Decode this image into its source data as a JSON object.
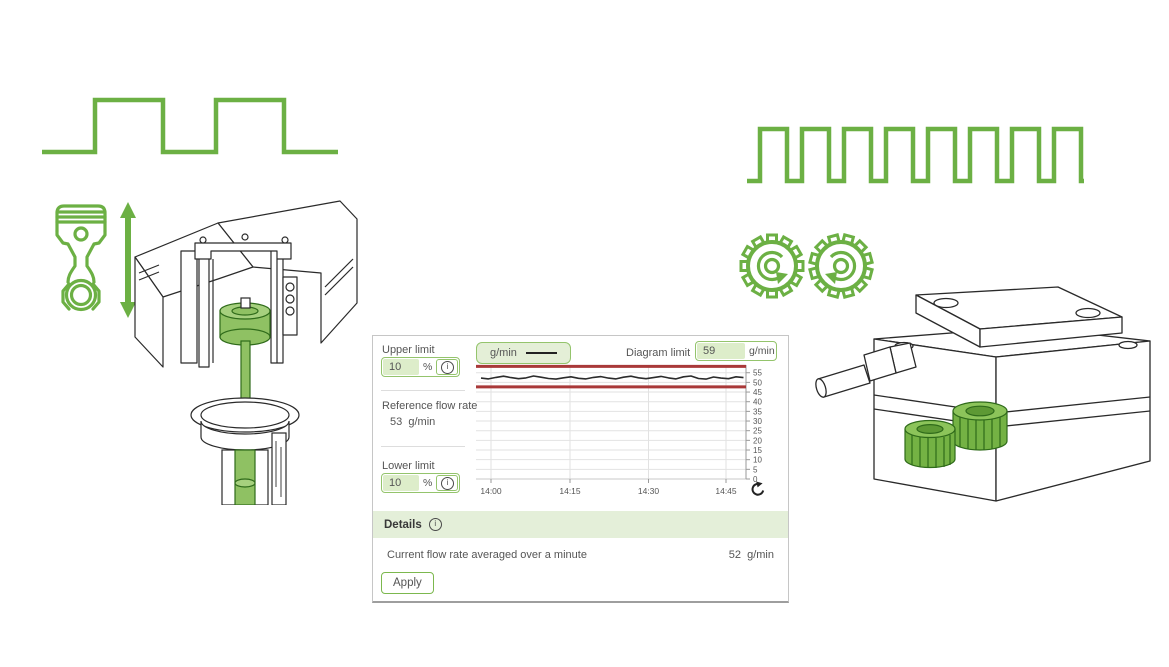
{
  "colors": {
    "accent_green": "#6cb044",
    "limit_red": "#a93939",
    "input_fill_green": "#ddedca",
    "band_green": "#e4efd9"
  },
  "icons": {
    "info_glyph": "i"
  },
  "panel": {
    "upper_limit": {
      "label": "Upper limit",
      "value": "10",
      "unit": "%"
    },
    "reference": {
      "label": "Reference flow rate",
      "value": "53",
      "unit": "g/min"
    },
    "lower_limit": {
      "label": "Lower limit",
      "value": "10",
      "unit": "%"
    },
    "legend": {
      "label": "g/min"
    },
    "diagram_limit": {
      "label": "Diagram limit",
      "value": "59",
      "unit": "g/min"
    },
    "details": {
      "header": "Details"
    },
    "current_flow": {
      "label": "Current flow rate averaged over a minute",
      "value": "52",
      "unit": "g/min"
    },
    "apply_label": "Apply"
  },
  "chart_data": {
    "type": "line",
    "title": "",
    "xlabel": "",
    "ylabel": "g/min",
    "ylim": [
      0,
      59
    ],
    "y_ticks": [
      0,
      5,
      10,
      15,
      20,
      25,
      30,
      35,
      40,
      45,
      50,
      55
    ],
    "x_window_minutes": [
      0,
      54
    ],
    "x_ticks": [
      {
        "label": "14:00",
        "min": 3
      },
      {
        "label": "14:15",
        "min": 18.8
      },
      {
        "label": "14:30",
        "min": 34.5
      },
      {
        "label": "14:45",
        "min": 50
      }
    ],
    "grid": true,
    "legend_position": "top-left",
    "limit_lines": {
      "upper": 58.3,
      "lower": 47.7,
      "color": "#a93939"
    },
    "series": [
      {
        "name": "g/min",
        "color": "#2b2b2b",
        "points": [
          [
            1,
            52.2
          ],
          [
            2.5,
            51.8
          ],
          [
            4,
            52.6
          ],
          [
            5.5,
            53.2
          ],
          [
            7,
            52.5
          ],
          [
            8.5,
            51.9
          ],
          [
            10,
            52.3
          ],
          [
            11.5,
            53.3
          ],
          [
            13,
            52.7
          ],
          [
            14.5,
            52.0
          ],
          [
            16,
            51.7
          ],
          [
            17.5,
            52.4
          ],
          [
            19,
            52.9
          ],
          [
            20.5,
            52.1
          ],
          [
            22,
            51.8
          ],
          [
            23.5,
            52.6
          ],
          [
            25,
            53.0
          ],
          [
            26.5,
            52.2
          ],
          [
            28,
            51.8
          ],
          [
            29.5,
            52.7
          ],
          [
            31,
            53.2
          ],
          [
            32.5,
            52.4
          ],
          [
            34,
            51.9
          ],
          [
            35.5,
            52.5
          ],
          [
            37,
            53.1
          ],
          [
            38.5,
            52.3
          ],
          [
            40,
            51.8
          ],
          [
            41.5,
            52.9
          ],
          [
            43,
            53.3
          ],
          [
            44.5,
            52.0
          ],
          [
            46,
            51.7
          ],
          [
            47.5,
            52.8
          ],
          [
            49,
            52.2
          ],
          [
            50.5,
            51.9
          ],
          [
            52,
            52.9
          ],
          [
            53.5,
            52.5
          ]
        ]
      }
    ]
  }
}
